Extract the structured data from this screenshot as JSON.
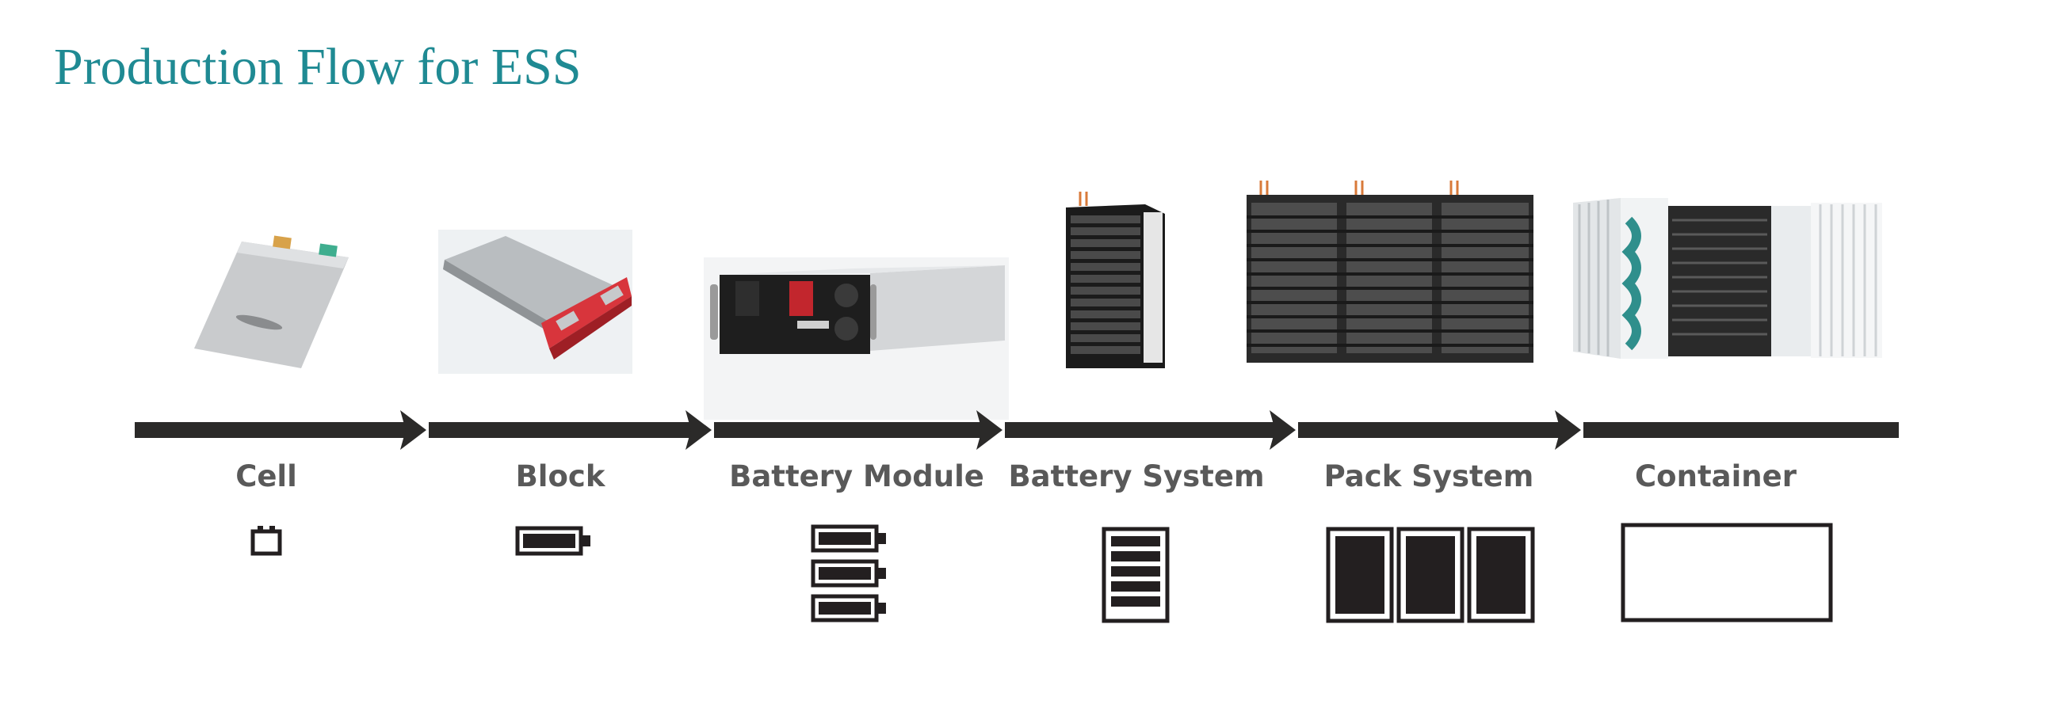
{
  "slide": {
    "title": "Production Flow for ESS",
    "title_color": "#1f8a93"
  },
  "colors": {
    "arrow": "#2b2a29",
    "label": "#595959",
    "icon": "#231f20",
    "cell_silver": "#c9cbcd",
    "block_red": "#d8353c",
    "module_black": "#1e1e1e",
    "battery_orange": "#d87a3a",
    "container_teal": "#2f8f8c"
  },
  "stages": [
    {
      "label": "Cell",
      "icon": "single-cell-battery-icon"
    },
    {
      "label": "Block",
      "icon": "horizontal-battery-icon"
    },
    {
      "label": "Battery Module",
      "icon": "three-stacked-batteries-icon"
    },
    {
      "label": "Battery System",
      "icon": "battery-rack-icon"
    },
    {
      "label": "Pack System",
      "icon": "three-racks-icon"
    },
    {
      "label": "Container",
      "icon": "container-outline-icon"
    }
  ]
}
